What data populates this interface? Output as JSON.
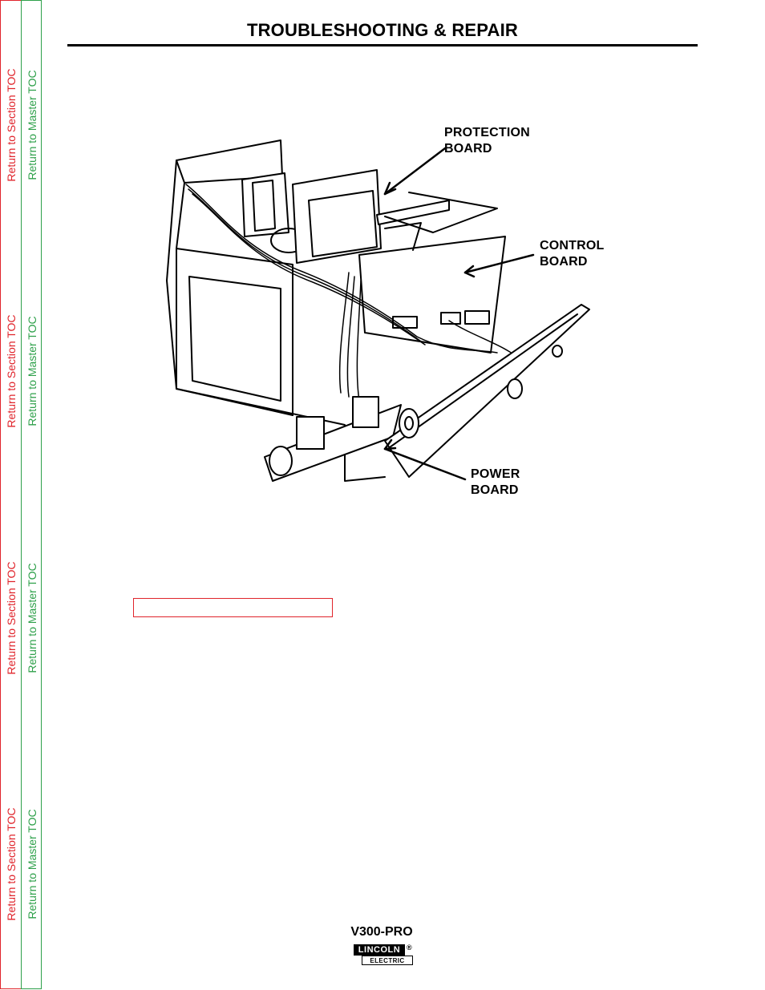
{
  "header": {
    "title": "TROUBLESHOOTING & REPAIR"
  },
  "toc": {
    "section_links": [
      "Return to Section TOC",
      "Return to Section TOC",
      "Return to Section TOC",
      "Return to Section TOC"
    ],
    "master_links": [
      "Return to Master TOC",
      "Return to Master TOC",
      "Return to Master TOC",
      "Return to Master TOC"
    ]
  },
  "figure": {
    "callouts": {
      "protection": "PROTECTION\nBOARD",
      "control": "CONTROL\nBOARD",
      "power": "POWER\nBOARD"
    }
  },
  "footer": {
    "model": "V300-PRO",
    "logo_top": "LINCOLN",
    "logo_bottom": "ELECTRIC",
    "logo_reg": "®"
  },
  "colors": {
    "section_toc": "#e0242b",
    "master_toc": "#2ea04a"
  }
}
